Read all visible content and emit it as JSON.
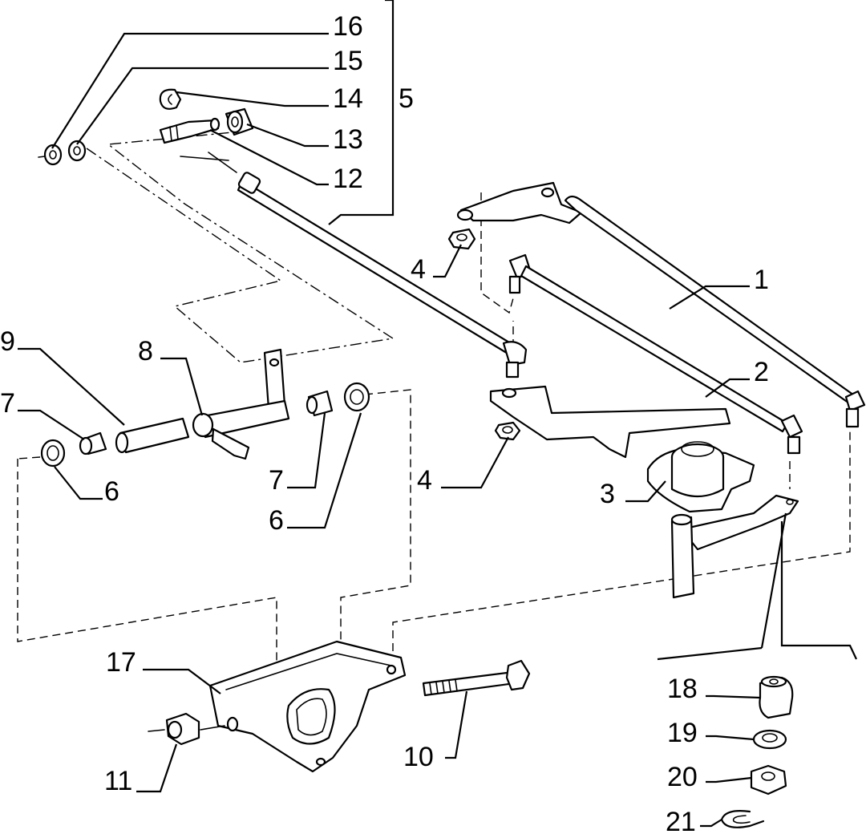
{
  "callouts": {
    "c1": "1",
    "c2": "2",
    "c3": "3",
    "c4a": "4",
    "c4b": "4",
    "c5": "5",
    "c6a": "6",
    "c6b": "6",
    "c7a": "7",
    "c7b": "7",
    "c8": "8",
    "c9": "9",
    "c10": "10",
    "c11": "11",
    "c12": "12",
    "c13": "13",
    "c14": "14",
    "c15": "15",
    "c16": "16",
    "c17": "17",
    "c18": "18",
    "c19": "19",
    "c20": "20",
    "c21": "21"
  }
}
